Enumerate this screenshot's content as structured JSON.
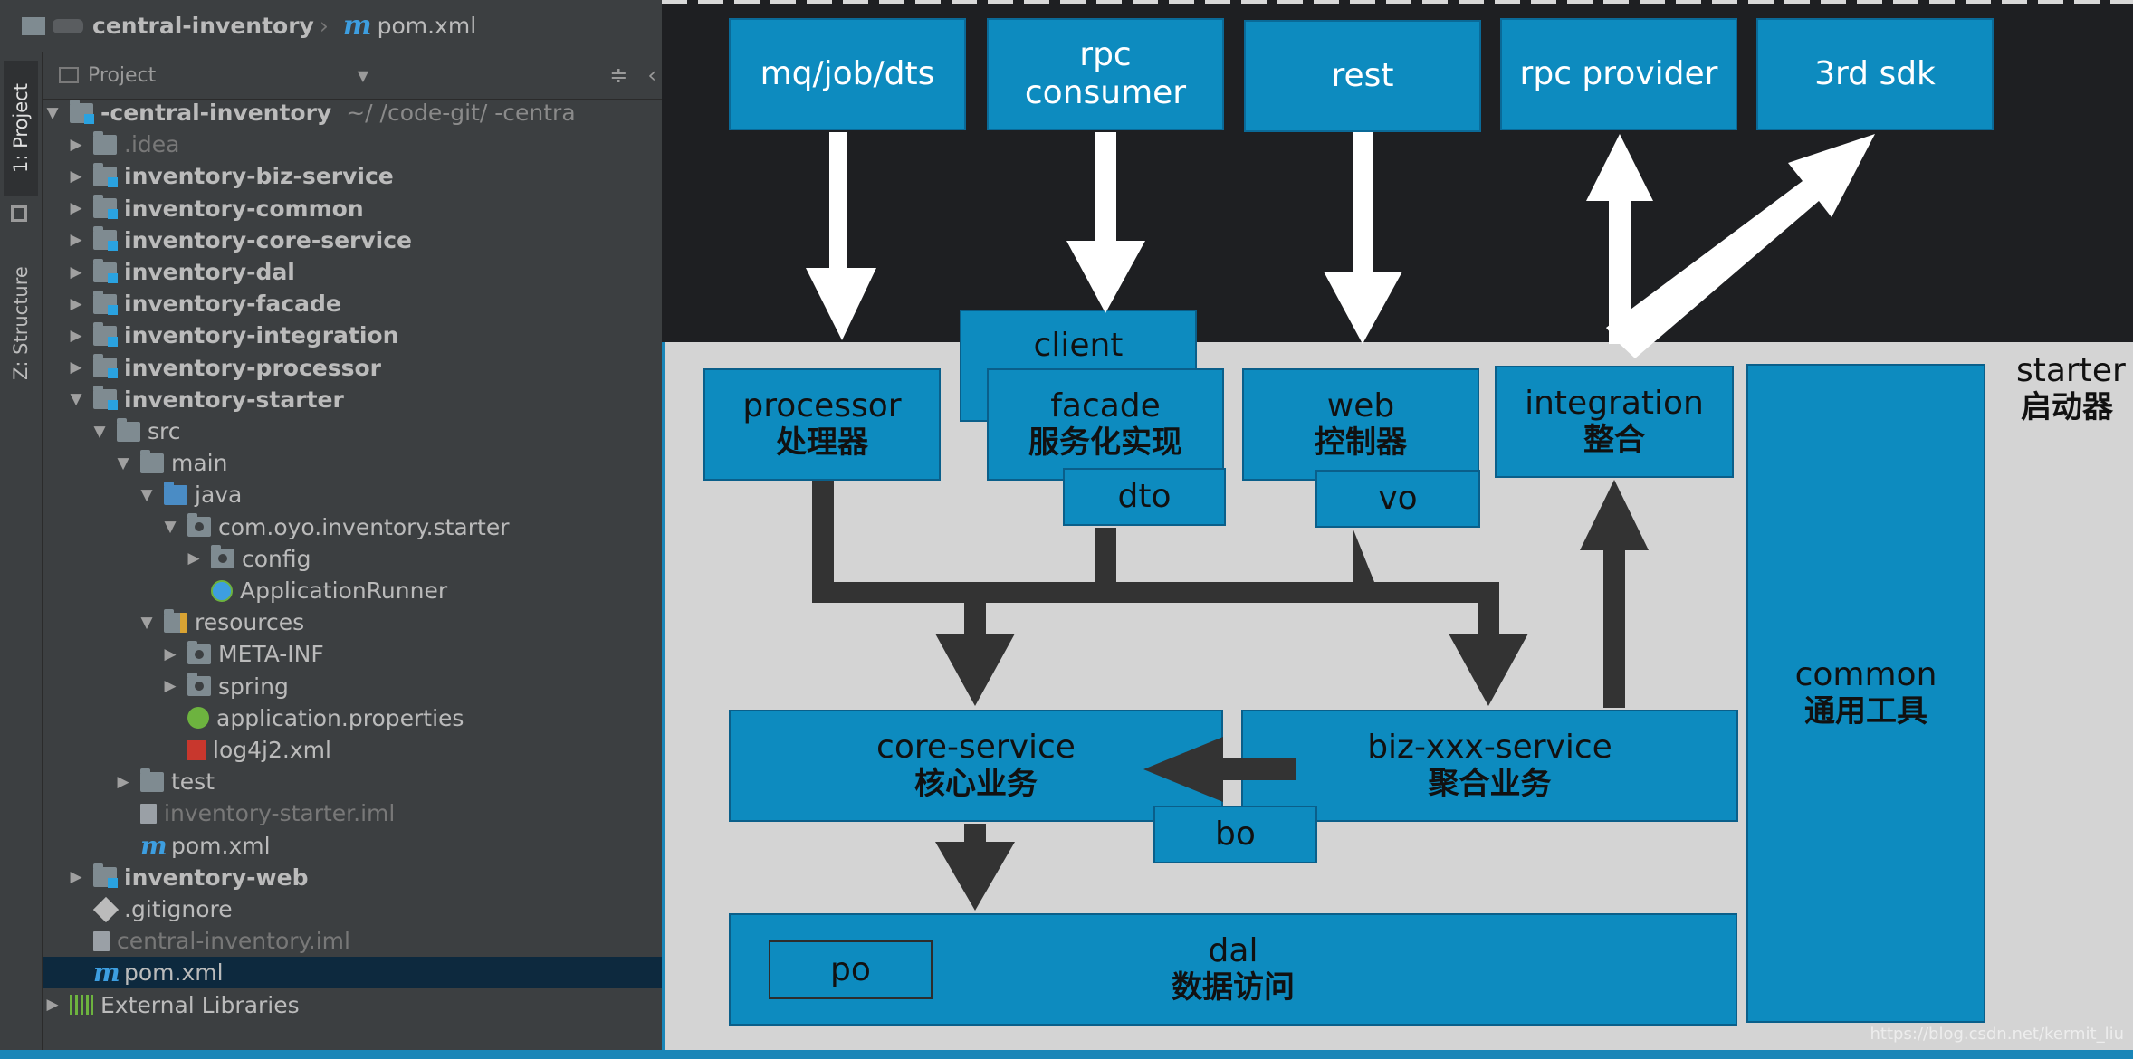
{
  "breadcrumb": {
    "project": "central-inventory",
    "file": "pom.xml"
  },
  "left_tool_tabs": {
    "project_tab": "1: Project",
    "structure_tab": "Z: Structure"
  },
  "project_panel": {
    "view_label": "Project"
  },
  "tree": [
    {
      "label": "-central-inventory",
      "path": "~/     /code-git/     -centra",
      "depth": 0,
      "caret": "down",
      "icon": "module-folder-icon",
      "bold": true
    },
    {
      "label": ".idea",
      "depth": 1,
      "caret": "right",
      "icon": "folder-icon",
      "dim": true
    },
    {
      "label": "inventory-biz-service",
      "depth": 1,
      "caret": "right",
      "icon": "module-folder-icon",
      "bold": true
    },
    {
      "label": "inventory-common",
      "depth": 1,
      "caret": "right",
      "icon": "module-folder-icon",
      "bold": true
    },
    {
      "label": "inventory-core-service",
      "depth": 1,
      "caret": "right",
      "icon": "module-folder-icon",
      "bold": true
    },
    {
      "label": "inventory-dal",
      "depth": 1,
      "caret": "right",
      "icon": "module-folder-icon",
      "bold": true
    },
    {
      "label": "inventory-facade",
      "depth": 1,
      "caret": "right",
      "icon": "module-folder-icon",
      "bold": true
    },
    {
      "label": "inventory-integration",
      "depth": 1,
      "caret": "right",
      "icon": "module-folder-icon",
      "bold": true
    },
    {
      "label": "inventory-processor",
      "depth": 1,
      "caret": "right",
      "icon": "module-folder-icon",
      "bold": true
    },
    {
      "label": "inventory-starter",
      "depth": 1,
      "caret": "down",
      "icon": "module-folder-icon",
      "bold": true
    },
    {
      "label": "src",
      "depth": 2,
      "caret": "down",
      "icon": "folder-icon"
    },
    {
      "label": "main",
      "depth": 3,
      "caret": "down",
      "icon": "folder-icon"
    },
    {
      "label": "java",
      "depth": 4,
      "caret": "down",
      "icon": "source-folder-icon"
    },
    {
      "label": "com.oyo.inventory.starter",
      "depth": 5,
      "caret": "down",
      "icon": "package-icon"
    },
    {
      "label": "config",
      "depth": 6,
      "caret": "right",
      "icon": "package-icon"
    },
    {
      "label": "ApplicationRunner",
      "depth": 6,
      "caret": "",
      "icon": "spring-boot-class-icon"
    },
    {
      "label": "resources",
      "depth": 4,
      "caret": "down",
      "icon": "resources-folder-icon"
    },
    {
      "label": "META-INF",
      "depth": 5,
      "caret": "right",
      "icon": "package-icon"
    },
    {
      "label": "spring",
      "depth": 5,
      "caret": "right",
      "icon": "package-icon"
    },
    {
      "label": "application.properties",
      "depth": 5,
      "caret": "",
      "icon": "spring-properties-icon"
    },
    {
      "label": "log4j2.xml",
      "depth": 5,
      "caret": "",
      "icon": "xml-file-icon"
    },
    {
      "label": "test",
      "depth": 3,
      "caret": "right",
      "icon": "folder-icon"
    },
    {
      "label": "inventory-starter.iml",
      "depth": 3,
      "caret": "",
      "icon": "iml-file-icon",
      "dim": true
    },
    {
      "label": "pom.xml",
      "depth": 3,
      "caret": "",
      "icon": "maven-icon"
    },
    {
      "label": "inventory-web",
      "depth": 1,
      "caret": "right",
      "icon": "module-folder-icon",
      "bold": true
    },
    {
      "label": ".gitignore",
      "depth": 1,
      "caret": "",
      "icon": "git-icon"
    },
    {
      "label": "central-inventory.iml",
      "depth": 1,
      "caret": "",
      "icon": "iml-file-icon",
      "dim": true
    },
    {
      "label": "pom.xml",
      "depth": 1,
      "caret": "",
      "icon": "maven-icon",
      "selected": true
    },
    {
      "label": "External Libraries",
      "depth": 0,
      "caret": "right",
      "icon": "libraries-icon"
    }
  ],
  "diagram": {
    "top_boxes": {
      "mq": "mq/job/dts",
      "rpc_consumer_1": "rpc",
      "rpc_consumer_2": "consumer",
      "rest": "rest",
      "rpc_provider": "rpc provider",
      "sdk": "3rd sdk"
    },
    "client": "client",
    "processor": {
      "en": "processor",
      "zh": "处理器"
    },
    "facade": {
      "en": "facade",
      "zh": "服务化实现"
    },
    "dto": "dto",
    "web": {
      "en": "web",
      "zh": "控制器"
    },
    "vo": "vo",
    "integration": {
      "en": "integration",
      "zh": "整合"
    },
    "common": {
      "en": "common",
      "zh": "通用工具"
    },
    "starter": {
      "en": "starter",
      "zh": "启动器"
    },
    "core_service": {
      "en": "core-service",
      "zh": "核心业务"
    },
    "biz_service": {
      "en": "biz-xxx-service",
      "zh": "聚合业务"
    },
    "bo": "bo",
    "dal": {
      "en": "dal",
      "zh": "数据访问"
    },
    "po": "po",
    "colors": {
      "box": "#0d8bbf",
      "panel": "#d4d4d4",
      "arrow_dark": "#333333",
      "arrow_white": "#ffffff",
      "background": "#1e1f22"
    }
  },
  "watermark": "https://blog.csdn.net/kermit_liu"
}
